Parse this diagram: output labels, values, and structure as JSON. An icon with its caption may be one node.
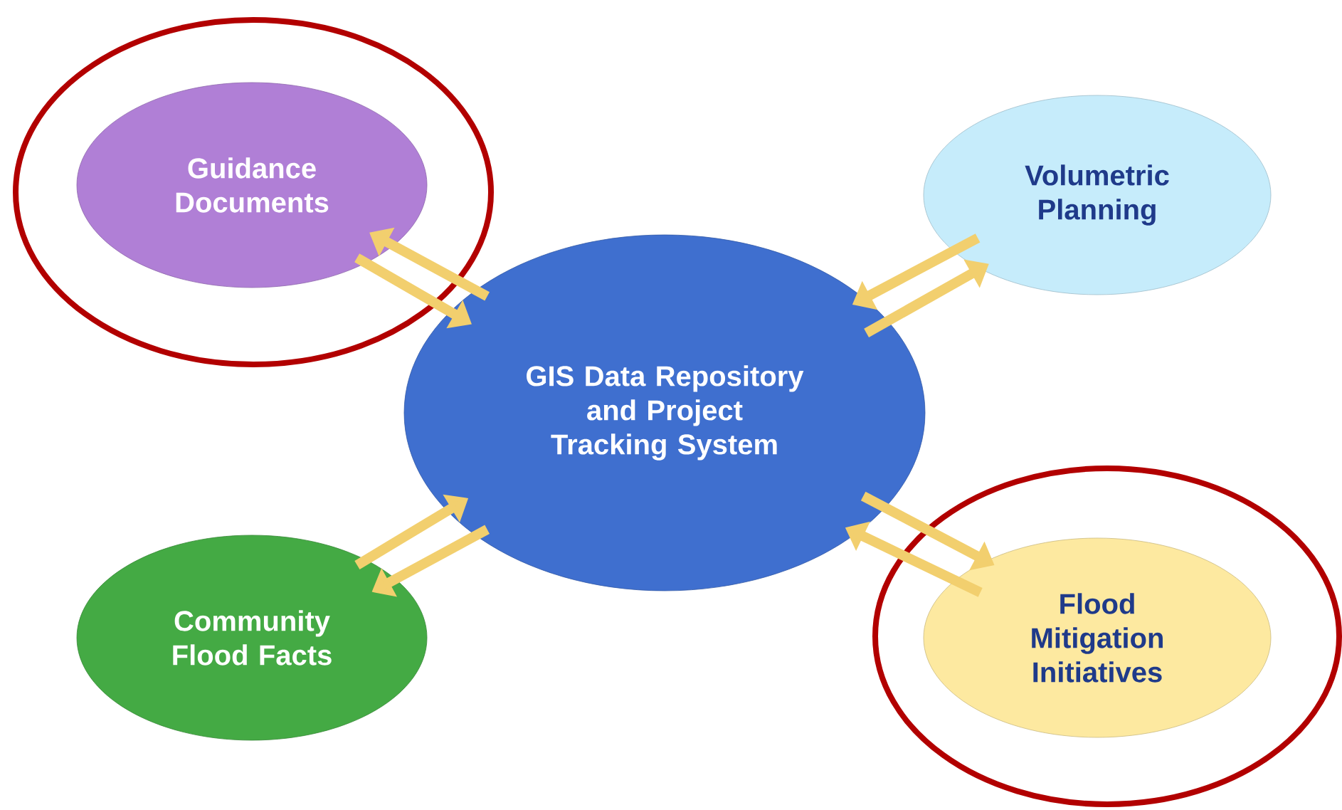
{
  "diagram": {
    "nodes": [
      {
        "text": [
          "Guidance Documents"
        ]
      },
      {
        "text": [
          "Volumetric Planning"
        ]
      },
      {
        "text": [
          "GIS Data Repository and Project Tracking System"
        ]
      },
      {
        "text": [
          "Community Flood Facts"
        ]
      },
      {
        "text": [
          "Flood Mitigation Initiatives"
        ]
      }
    ],
    "edges": [
      {
        "from": 2,
        "to": 0,
        "arrow": "to"
      },
      {
        "from": 0,
        "to": 2,
        "arrow": "to"
      },
      {
        "from": 2,
        "to": 1,
        "arrow": "to"
      },
      {
        "from": 1,
        "to": 2,
        "arrow": "to"
      },
      {
        "from": 2,
        "to": 3,
        "arrow": "to"
      },
      {
        "from": 3,
        "to": 2,
        "arrow": "to"
      },
      {
        "from": 2,
        "to": 4,
        "arrow": "to"
      },
      {
        "from": 4,
        "to": 2,
        "arrow": "to"
      }
    ]
  }
}
